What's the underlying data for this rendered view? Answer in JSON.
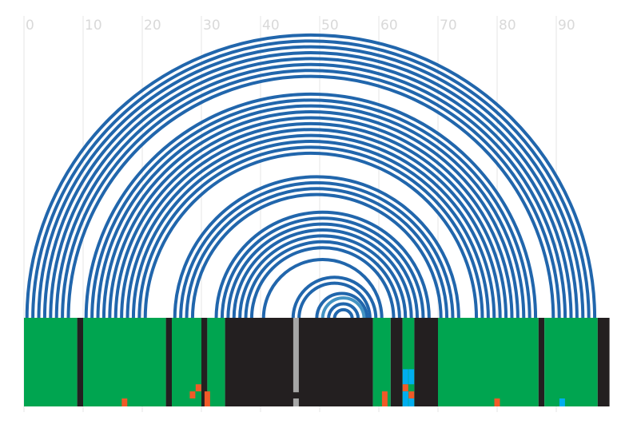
{
  "chart_data": {
    "type": "arc-diagram",
    "title": "",
    "xlabel": "",
    "ylabel": "",
    "xlim": [
      0,
      99
    ],
    "x_ticks": [
      0,
      10,
      20,
      30,
      40,
      50,
      60,
      70,
      80,
      90
    ],
    "grid": true,
    "colors": {
      "arc": "#2166ac",
      "arc_highlight": "#4393c3",
      "track_green": "#00a550",
      "track_dark": "#231f20",
      "marker_grey": "#a6a6a6",
      "marker_orange": "#f05a28",
      "marker_cyan": "#00aeef"
    },
    "arcs": [
      {
        "start": 0.5,
        "end": 96.5,
        "highlight": false
      },
      {
        "start": 1.5,
        "end": 95.5,
        "highlight": false
      },
      {
        "start": 2.5,
        "end": 94.5,
        "highlight": false
      },
      {
        "start": 3.5,
        "end": 93.5,
        "highlight": false
      },
      {
        "start": 4.5,
        "end": 92.5,
        "highlight": false
      },
      {
        "start": 5.5,
        "end": 91.5,
        "highlight": false
      },
      {
        "start": 6.5,
        "end": 90.5,
        "highlight": false
      },
      {
        "start": 7.5,
        "end": 89.5,
        "highlight": false
      },
      {
        "start": 10.5,
        "end": 86.5,
        "highlight": false
      },
      {
        "start": 11.5,
        "end": 85.5,
        "highlight": false
      },
      {
        "start": 12.5,
        "end": 84.5,
        "highlight": false
      },
      {
        "start": 13.5,
        "end": 83.5,
        "highlight": false
      },
      {
        "start": 14.5,
        "end": 82.5,
        "highlight": false
      },
      {
        "start": 15.5,
        "end": 81.5,
        "highlight": false
      },
      {
        "start": 16.5,
        "end": 80.5,
        "highlight": false
      },
      {
        "start": 17.5,
        "end": 79.5,
        "highlight": false
      },
      {
        "start": 18.5,
        "end": 78.5,
        "highlight": false
      },
      {
        "start": 19.5,
        "end": 77.5,
        "highlight": false
      },
      {
        "start": 20.5,
        "end": 76.5,
        "highlight": false
      },
      {
        "start": 25.5,
        "end": 73.5,
        "highlight": false
      },
      {
        "start": 26.5,
        "end": 72.5,
        "highlight": false
      },
      {
        "start": 27.5,
        "end": 71.5,
        "highlight": false
      },
      {
        "start": 28.5,
        "end": 70.5,
        "highlight": false
      },
      {
        "start": 32.5,
        "end": 68.5,
        "highlight": false
      },
      {
        "start": 33.5,
        "end": 67.5,
        "highlight": false
      },
      {
        "start": 34.5,
        "end": 66.5,
        "highlight": false
      },
      {
        "start": 35.5,
        "end": 65.5,
        "highlight": false
      },
      {
        "start": 36.5,
        "end": 64.5,
        "highlight": false
      },
      {
        "start": 37.5,
        "end": 63.5,
        "highlight": false
      },
      {
        "start": 38.5,
        "end": 62.5,
        "highlight": false
      },
      {
        "start": 40.5,
        "end": 60.5,
        "highlight": false
      },
      {
        "start": 45.5,
        "end": 59.5,
        "highlight": false
      },
      {
        "start": 46.5,
        "end": 58.5,
        "highlight": false
      },
      {
        "start": 49.5,
        "end": 58.0,
        "highlight": false
      },
      {
        "start": 50.5,
        "end": 57.5,
        "highlight": true
      },
      {
        "start": 51.5,
        "end": 56.5,
        "highlight": false
      },
      {
        "start": 52.5,
        "end": 55.5,
        "highlight": false
      }
    ],
    "track_segments": [
      {
        "start": 0,
        "end": 9,
        "kind": "green"
      },
      {
        "start": 9,
        "end": 10,
        "kind": "dark"
      },
      {
        "start": 10,
        "end": 24,
        "kind": "green"
      },
      {
        "start": 24,
        "end": 25,
        "kind": "dark"
      },
      {
        "start": 25,
        "end": 30,
        "kind": "green"
      },
      {
        "start": 30,
        "end": 31,
        "kind": "dark"
      },
      {
        "start": 31,
        "end": 34,
        "kind": "green"
      },
      {
        "start": 34,
        "end": 59,
        "kind": "dark"
      },
      {
        "start": 59,
        "end": 62,
        "kind": "green"
      },
      {
        "start": 62,
        "end": 64,
        "kind": "dark"
      },
      {
        "start": 64,
        "end": 66,
        "kind": "green"
      },
      {
        "start": 66,
        "end": 70,
        "kind": "dark"
      },
      {
        "start": 70,
        "end": 87,
        "kind": "green"
      },
      {
        "start": 87,
        "end": 88,
        "kind": "dark"
      },
      {
        "start": 88,
        "end": 97,
        "kind": "green"
      },
      {
        "start": 97,
        "end": 99,
        "kind": "dark"
      }
    ],
    "markers": [
      {
        "x": 46,
        "color": "marker_grey",
        "from": 0.0,
        "to": 0.84
      },
      {
        "x": 46,
        "color": "marker_grey",
        "from": 0.91,
        "to": 1.0
      },
      {
        "x": 17,
        "color": "marker_orange",
        "from": 0.91,
        "to": 1.0
      },
      {
        "x": 28.5,
        "color": "marker_orange",
        "from": 0.83,
        "to": 0.91
      },
      {
        "x": 29.5,
        "color": "marker_orange",
        "from": 0.75,
        "to": 0.83
      },
      {
        "x": 31,
        "color": "marker_orange",
        "from": 0.83,
        "to": 1.0
      },
      {
        "x": 61,
        "color": "marker_orange",
        "from": 0.83,
        "to": 1.0
      },
      {
        "x": 64.5,
        "color": "marker_cyan",
        "from": 0.58,
        "to": 0.75
      },
      {
        "x": 65.5,
        "color": "marker_cyan",
        "from": 0.58,
        "to": 0.75
      },
      {
        "x": 64.5,
        "color": "marker_orange",
        "from": 0.75,
        "to": 0.83
      },
      {
        "x": 65.5,
        "color": "marker_orange",
        "from": 0.83,
        "to": 0.91
      },
      {
        "x": 64.5,
        "color": "marker_cyan",
        "from": 0.83,
        "to": 1.0
      },
      {
        "x": 65.5,
        "color": "marker_cyan",
        "from": 0.91,
        "to": 1.0
      },
      {
        "x": 80,
        "color": "marker_orange",
        "from": 0.91,
        "to": 1.0
      },
      {
        "x": 91,
        "color": "marker_cyan",
        "from": 0.91,
        "to": 1.0
      }
    ]
  }
}
